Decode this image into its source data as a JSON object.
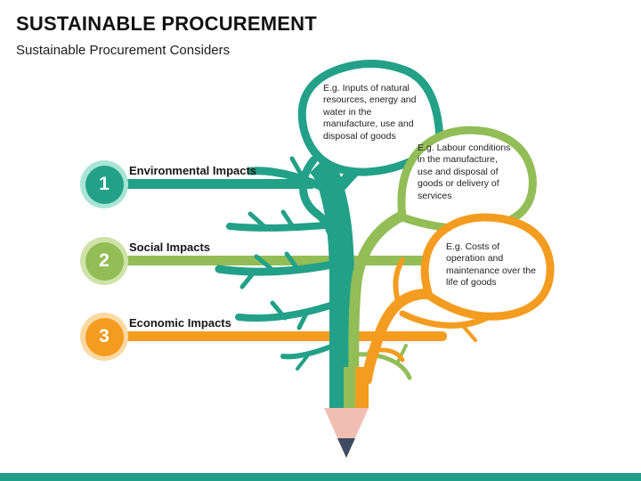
{
  "header": {
    "title": "SUSTAINABLE PROCUREMENT",
    "subtitle": "Sustainable Procurement Considers"
  },
  "items": [
    {
      "number": "1",
      "label": "Environmental Impacts",
      "color": "#23a088",
      "ring_color": "#aae4d4"
    },
    {
      "number": "2",
      "label": "Social Impacts",
      "color": "#92bd57",
      "ring_color": "#cfe3a9"
    },
    {
      "number": "3",
      "label": "Economic Impacts",
      "color": "#f49c20",
      "ring_color": "#fbd9a3"
    }
  ],
  "callouts": [
    {
      "text": "E.g. Inputs of natural\nresources, energy and\nwater in the\nmanufacture, use and\ndisposal of goods",
      "color": "#23a088"
    },
    {
      "text": "E.g. Labour conditions\nin the manufacture,\nuse and disposal of\ngoods or delivery of\nservices",
      "color": "#92bd57"
    },
    {
      "text": "E.g. Costs of\noperation and\nmaintenance over the\nlife of goods",
      "color": "#f49c20"
    }
  ],
  "illustration": {
    "name": "tree-pencil",
    "trunk_color": "#23a088",
    "pencil_wood_color": "#f2beb3",
    "pencil_graphite_color": "#3e4a62"
  },
  "footer": {
    "bar_color": "#1f9e88"
  }
}
